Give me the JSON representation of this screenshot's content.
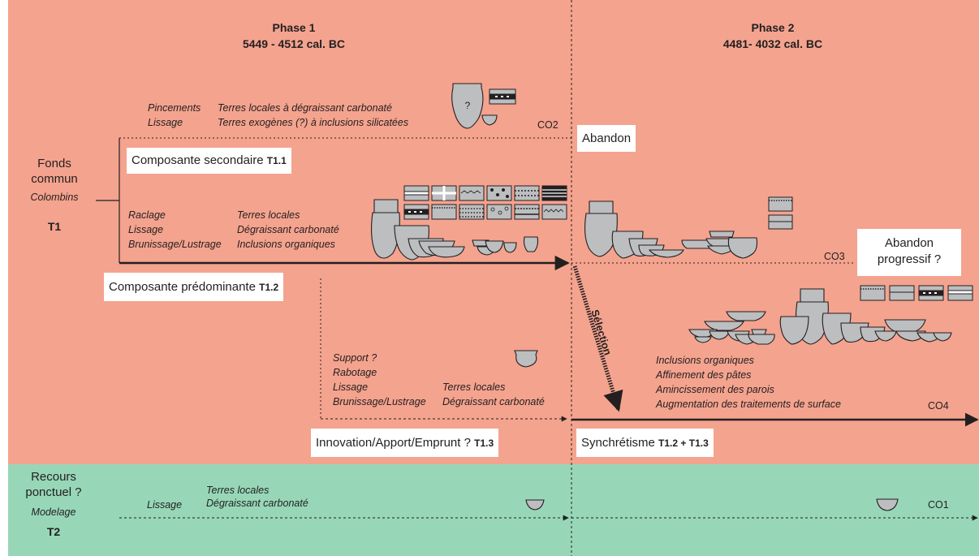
{
  "colors": {
    "salmon": "#f4a38e",
    "green": "#97d7b8",
    "pottery": "#bcbec0",
    "ink": "#231f20",
    "white": "#ffffff"
  },
  "phase1": {
    "title": "Phase 1",
    "dates": "5449 - 4512 cal. BC"
  },
  "phase2": {
    "title": "Phase 2",
    "dates": "4481- 4032 cal. BC"
  },
  "left": {
    "fonds": "Fonds",
    "commun": "commun",
    "colombins": "Colombins",
    "t1": "T1",
    "recours": "Recours",
    "ponctuel": "ponctuel ?",
    "modelage": "Modelage",
    "t2": "T2"
  },
  "co2": {
    "tech": [
      "Pincements",
      "Lissage"
    ],
    "clays": [
      "Terres locales à dégraissant carbonaté",
      "Terres exogènes (?) à inclusions silicatées"
    ],
    "label": "CO2",
    "vessel_mark": "?"
  },
  "composante_secondaire": {
    "label": "Composante secondaire",
    "code": "T1.1"
  },
  "main": {
    "tech": [
      "Raclage",
      "Lissage",
      "Brunissage/Lustrage"
    ],
    "clays": [
      "Terres locales",
      "Dégraissant carbonaté",
      "Inclusions organiques"
    ]
  },
  "composante_predominante": {
    "label": "Composante prédominante",
    "code": "T1.2"
  },
  "abandon": "Abandon",
  "co3": {
    "label": "CO3"
  },
  "abandon_progressif": [
    "Abandon",
    "progressif ?"
  ],
  "selection": "Sélection",
  "t13": {
    "tech": [
      "Support ?",
      "Rabotage",
      "Lissage",
      "Brunissage/Lustrage"
    ],
    "clays": [
      "Terres locales",
      "Dégraissant carbonaté"
    ]
  },
  "co4": {
    "features": [
      "Inclusions organiques",
      "Affinement des pâtes",
      "Amincissement des parois",
      "Augmentation des traitements de surface"
    ],
    "label": "CO4"
  },
  "innovation": {
    "label": "Innovation/Apport/Emprunt ?",
    "code": "T1.3"
  },
  "syncretisme": {
    "label": "Synchrétisme",
    "code": "T1.2 + T1.3"
  },
  "co1": {
    "tech": "Lissage",
    "clays": [
      "Terres locales",
      "Dégraissant carbonaté"
    ],
    "label": "CO1"
  }
}
